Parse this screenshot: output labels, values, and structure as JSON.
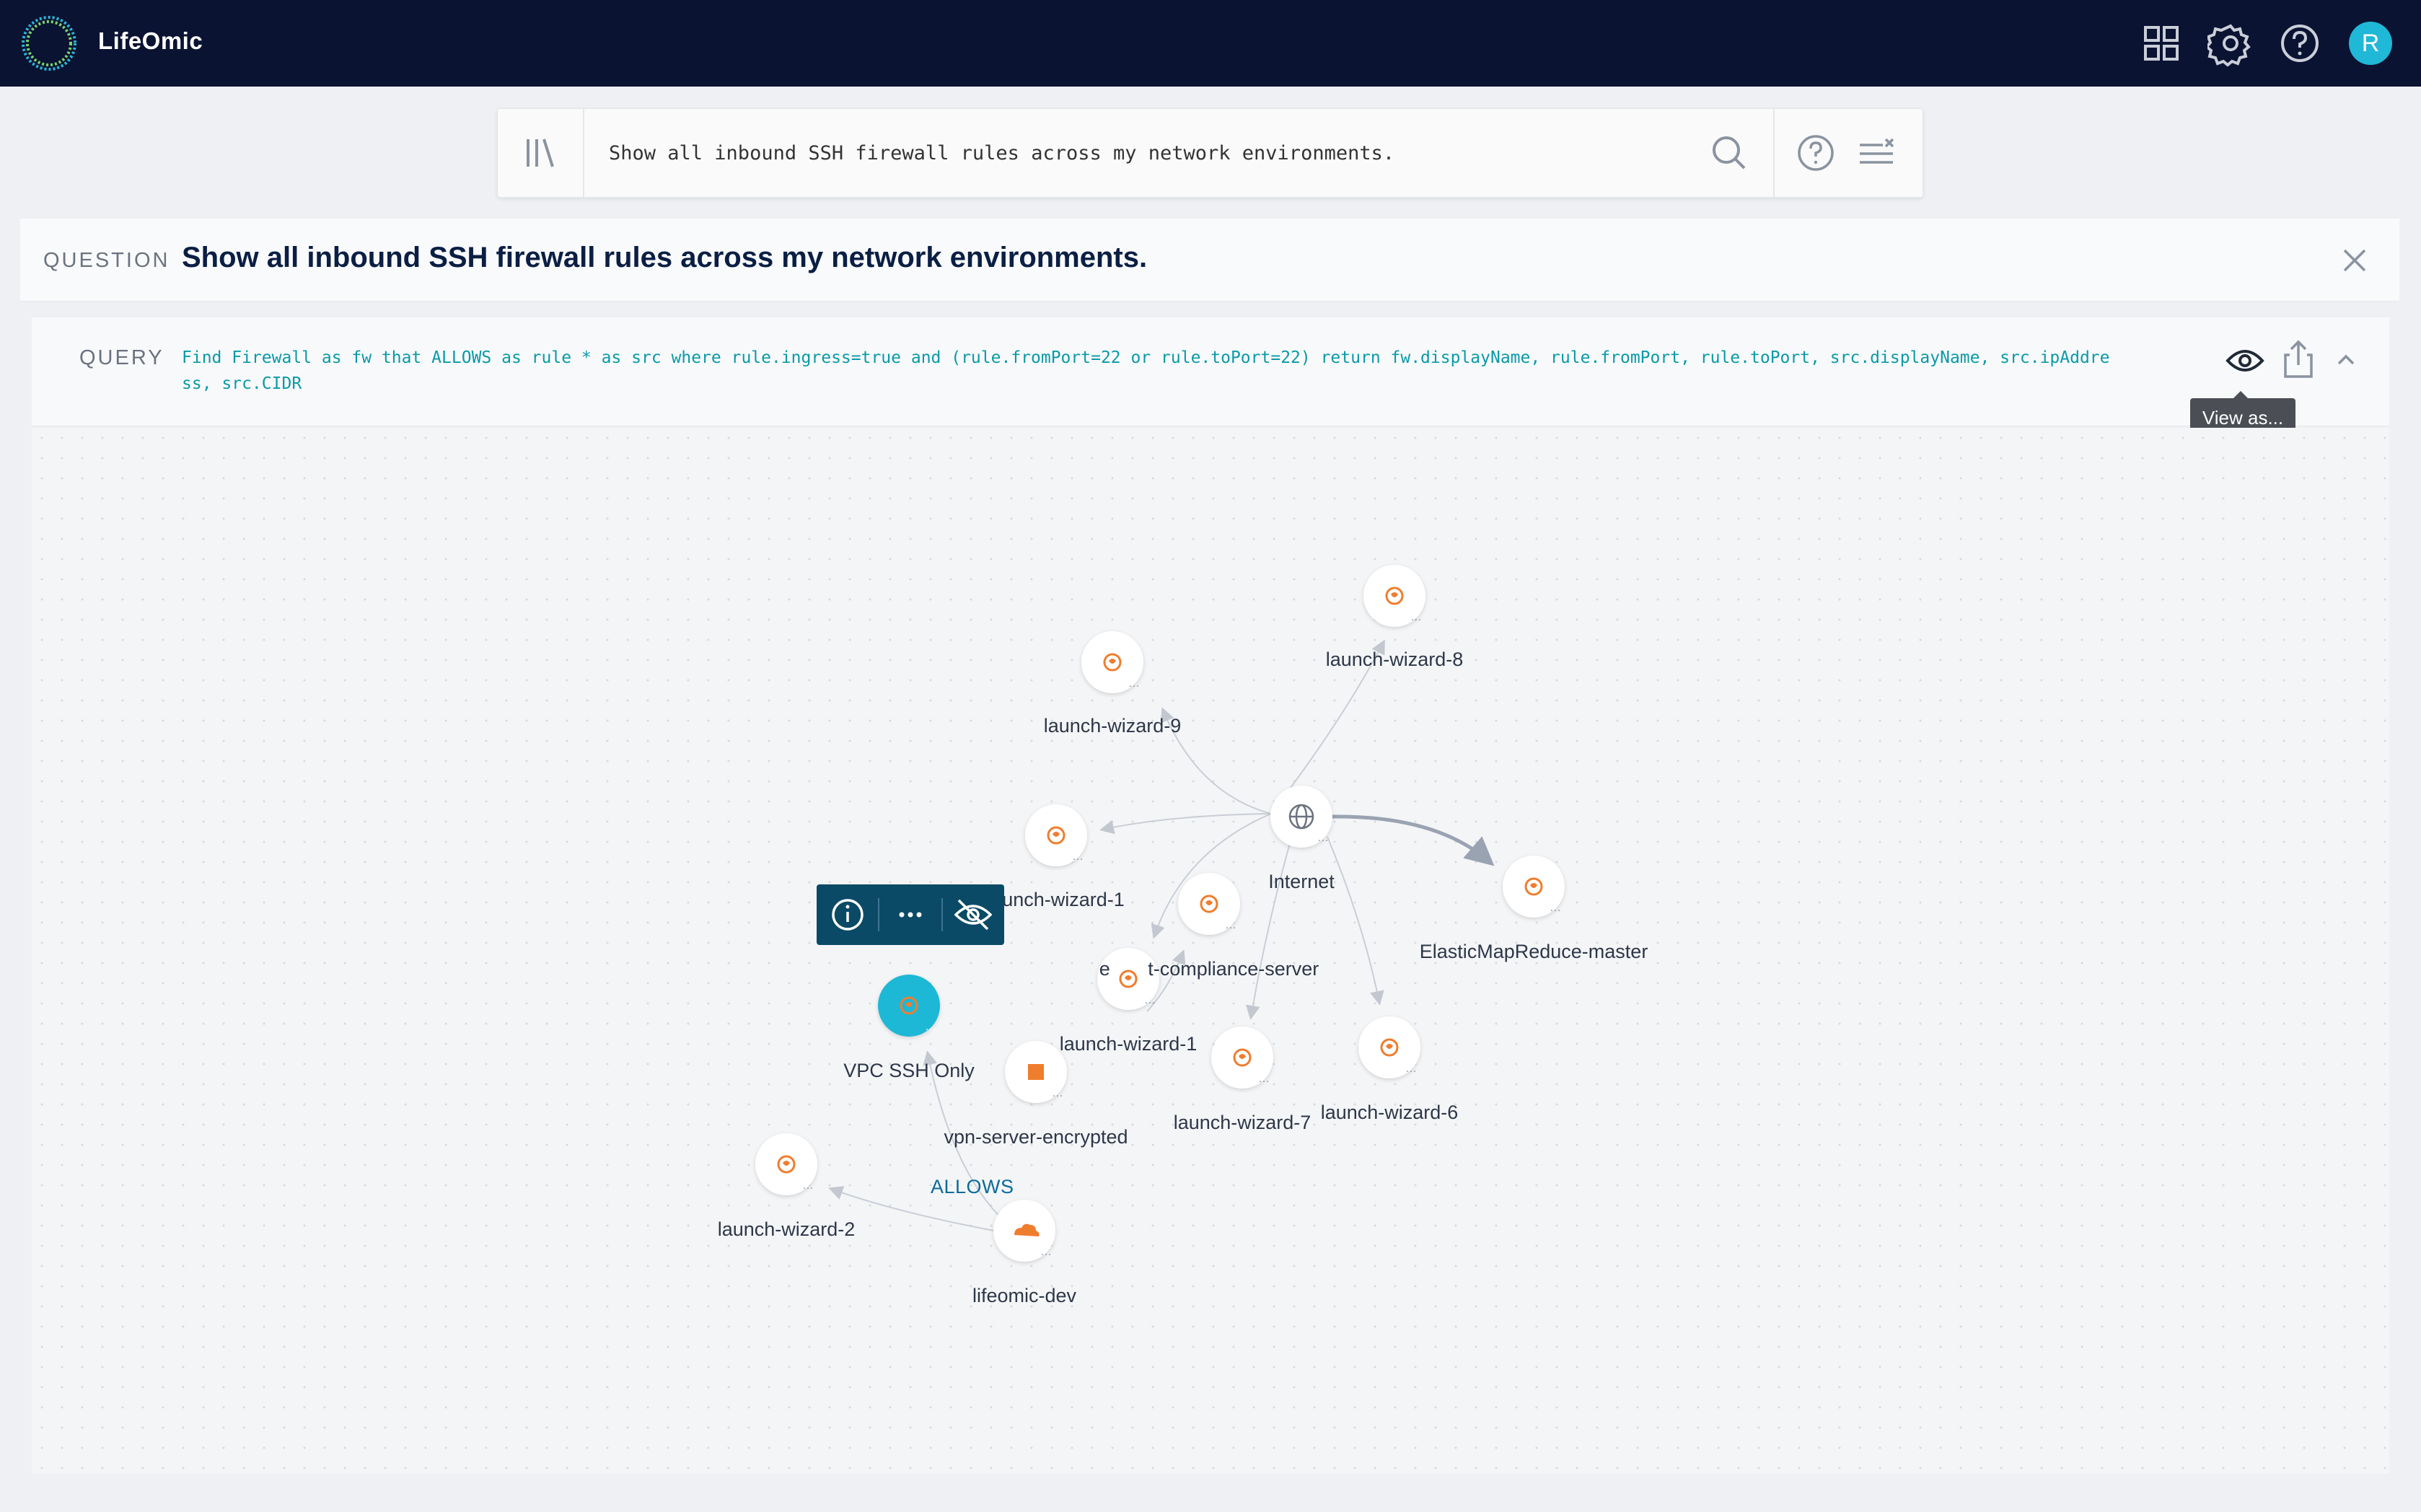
{
  "app": {
    "name": "LifeOmic"
  },
  "header": {
    "icons": [
      "grid-icon",
      "gear-icon",
      "help-icon"
    ],
    "avatar_initial": "R"
  },
  "search": {
    "value": "Show all inbound SSH firewall rules across my network environments."
  },
  "question": {
    "label": "QUESTION",
    "text": "Show all inbound SSH firewall rules across my network environments."
  },
  "query": {
    "label": "QUERY",
    "text": "Find Firewall as fw that ALLOWS as rule * as src where rule.ingress=true and (rule.fromPort=22 or rule.toPort=22) return fw.displayName, rule.fromPort, rule.toPort, src.displayName, src.ipAddress, src.CIDR",
    "tooltip": "View as..."
  },
  "graph": {
    "edge_label": "ALLOWS",
    "nodes": {
      "launch_wizard_8": "launch-wizard-8",
      "launch_wizard_9": "launch-wizard-9",
      "launch_wizard_1a": "unch-wizard-1",
      "internet": "Internet",
      "elasticmapreduce": "ElasticMapReduce-master",
      "compliance": "e       t-compliance-server",
      "vpc_ssh": "VPC SSH Only",
      "launch_wizard_1b": "launch-wizard-1",
      "vpn_server": "vpn-server-encrypted",
      "launch_wizard_7": "launch-wizard-7",
      "launch_wizard_6": "launch-wizard-6",
      "launch_wizard_2": "launch-wizard-2",
      "lifeomic_dev": "lifeomic-dev"
    }
  },
  "colors": {
    "topbar": "#0b1333",
    "accent": "#1fb8d6",
    "node_icon": "#ef7d2e",
    "toolbar": "#0a4a66",
    "query_text": "#0a9aa8"
  }
}
